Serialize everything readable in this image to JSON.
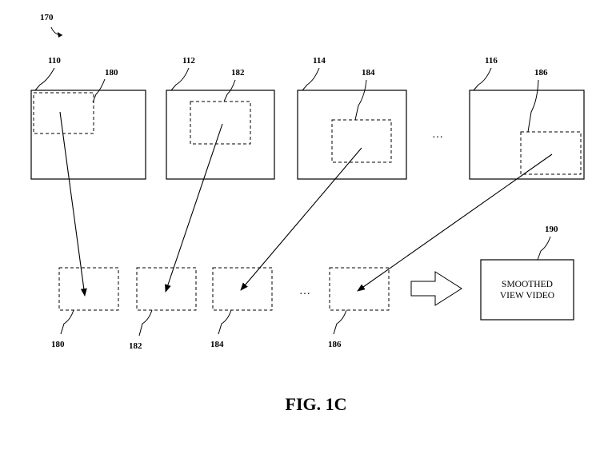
{
  "figure": {
    "caption": "FIG. 1C",
    "ref_overall": "170",
    "frames": [
      {
        "label": "110",
        "crop_label": "180"
      },
      {
        "label": "112",
        "crop_label": "182"
      },
      {
        "label": "114",
        "crop_label": "184"
      },
      {
        "label": "116",
        "crop_label": "186"
      }
    ],
    "crops": [
      {
        "label": "180"
      },
      {
        "label": "182"
      },
      {
        "label": "184"
      },
      {
        "label": "186"
      }
    ],
    "ellipsis": "…",
    "output": {
      "label": "190",
      "line1": "SMOOTHED",
      "line2": "VIEW VIDEO"
    }
  }
}
